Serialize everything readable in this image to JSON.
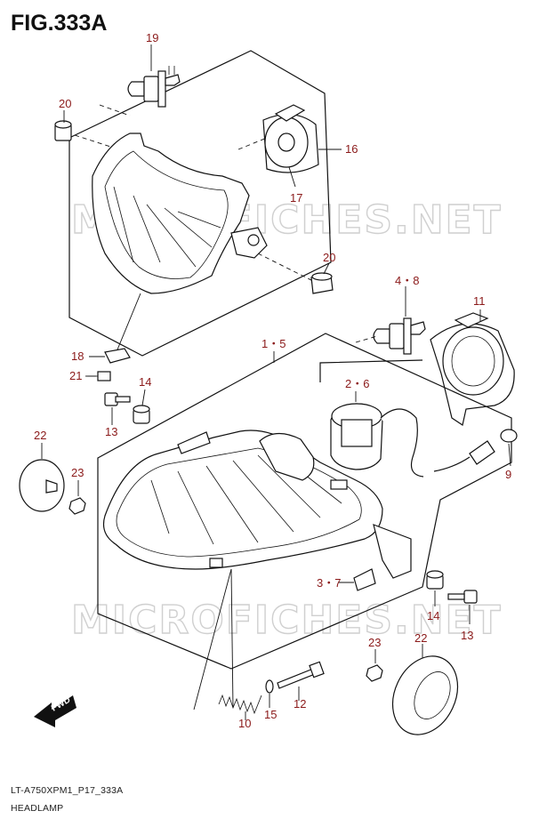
{
  "figure": {
    "title": "FIG.333A",
    "code": "LT-A750XPM1_P17_333A",
    "name": "HEADLAMP",
    "watermark": "MICROFICHES.NET"
  },
  "fwd_label": "FWD",
  "callouts": {
    "c19": "19",
    "c20a": "20",
    "c16": "16",
    "c17": "17",
    "c20b": "20",
    "c4_8": "4・8",
    "c11": "11",
    "c1_5": "1・5",
    "c18": "18",
    "c21": "21",
    "c14a": "14",
    "c13a": "13",
    "c2_6": "2・6",
    "c22a": "22",
    "c23a": "23",
    "c9": "9",
    "c3_7": "3・7",
    "c14b": "14",
    "c13b": "13",
    "c23b": "23",
    "c22b": "22",
    "c10": "10",
    "c15": "15",
    "c12": "12"
  }
}
